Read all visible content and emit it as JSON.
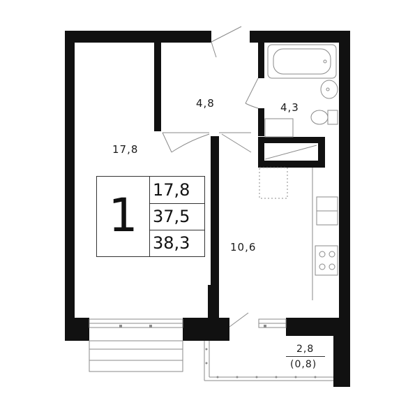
{
  "plan": {
    "rooms": {
      "living_room": {
        "area": "17,8"
      },
      "hallway": {
        "area": "4,8"
      },
      "bathroom": {
        "area": "4,3"
      },
      "kitchen": {
        "area": "10,6"
      },
      "balcony": {
        "area": "2,8",
        "area_reduced": "(0,8)"
      }
    },
    "summary": {
      "rooms_count": "1",
      "living_area": "17,8",
      "total_area": "37,5",
      "total_area_with_balcony": "38,3"
    }
  },
  "colors": {
    "wall": "#111111",
    "line": "#9a9a9a",
    "background": "#ffffff"
  }
}
